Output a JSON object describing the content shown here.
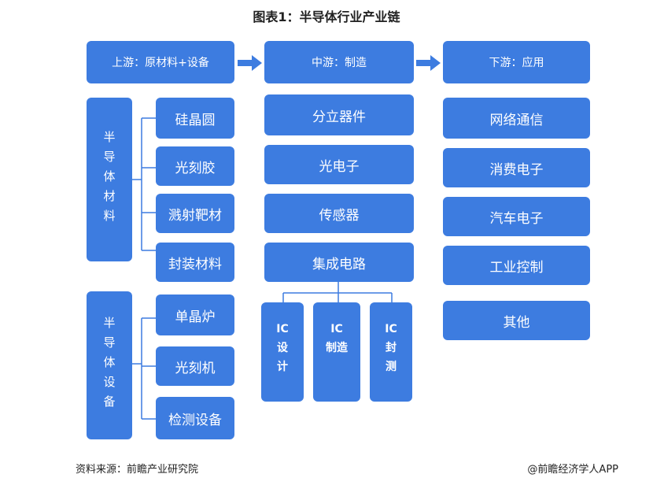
{
  "title": "图表1：半导体行业产业链",
  "upstream": {
    "label": "上游：原材料+设备"
  },
  "midstream": {
    "label": "中游：制造"
  },
  "downstream": {
    "label": "下游：应用"
  },
  "materials": {
    "group_label": "半导体材料",
    "items": [
      "硅晶圆",
      "光刻胶",
      "溅射靶材",
      "封装材料"
    ]
  },
  "equipment": {
    "group_label": "半导体设备",
    "items": [
      "单晶炉",
      "光刻机",
      "检测设备"
    ]
  },
  "manufacturing": {
    "items": [
      "分立器件",
      "光电子",
      "传感器",
      "集成电路"
    ],
    "ic_sub": [
      {
        "lines": [
          "IC",
          "设",
          "计"
        ]
      },
      {
        "lines": [
          "IC",
          "制造"
        ]
      },
      {
        "lines": [
          "IC",
          "封",
          "测"
        ]
      }
    ]
  },
  "applications": {
    "items": [
      "网络通信",
      "消费电子",
      "汽车电子",
      "工业控制",
      "其他"
    ]
  },
  "footer": {
    "source": "资料来源：前瞻产业研究院",
    "brand": "@前瞻经济学人APP"
  },
  "colors": {
    "box": "#3d7ce0",
    "line": "#3d7ce0"
  }
}
